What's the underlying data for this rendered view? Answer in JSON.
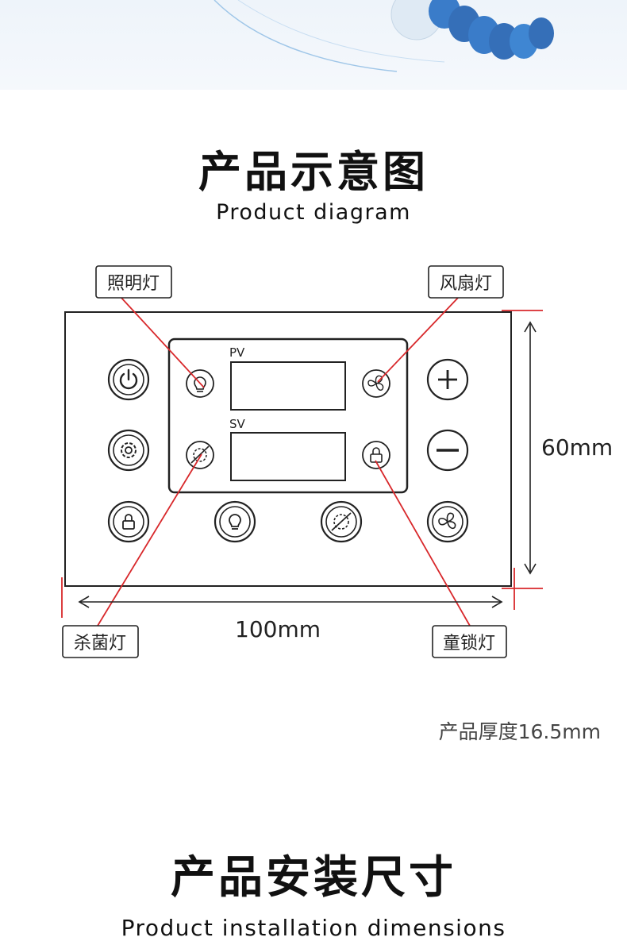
{
  "section1": {
    "title": "产品示意图",
    "subtitle": "Product diagram"
  },
  "diagram": {
    "display_labels": {
      "pv": "PV",
      "sv": "SV"
    },
    "callouts": {
      "lighting_light": "照明灯",
      "fan_light": "风扇灯",
      "sterilize_light": "杀菌灯",
      "child_lock_light": "童锁灯"
    },
    "dimensions": {
      "height": "60mm",
      "width": "100mm"
    },
    "thickness_note": "产品厚度16.5mm",
    "icons": [
      "power-icon",
      "gear-icon",
      "lock-icon",
      "bulb-icon",
      "sterilize-icon",
      "fan-icon",
      "plus-icon",
      "minus-icon"
    ],
    "colors": {
      "line": "#222222",
      "callout_line": "#d8282b",
      "hero_accent": "#3a7cc9"
    }
  },
  "section2": {
    "title": "产品安装尺寸",
    "subtitle": "Product installation dimensions"
  }
}
